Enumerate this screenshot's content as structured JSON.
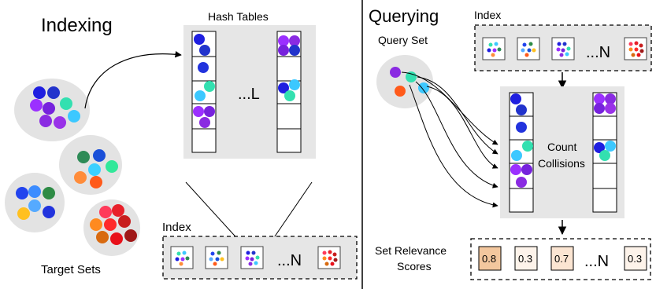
{
  "left": {
    "title": "Indexing",
    "hash_tables_label": "Hash Tables",
    "ellipsis_l": "...L",
    "index_label": "Index",
    "ellipsis_n": "...N",
    "target_sets_label": "Target Sets"
  },
  "right": {
    "title": "Querying",
    "index_label": "Index",
    "ellipsis_n": "...N",
    "query_set_label": "Query Set",
    "count_label_1": "Count",
    "count_label_2": "Collisions",
    "scores_label_1": "Set Relevance",
    "scores_label_2": "Scores",
    "scores": [
      "0.8",
      "0.3",
      "0.7",
      "0.3"
    ],
    "scores_ellipsis": "...N"
  },
  "colors": {
    "panel_gray": "#e6e6e6",
    "score_high": "#f3c79e",
    "score_mid": "#fbe5d2",
    "score_low": "#fdf3ea"
  }
}
